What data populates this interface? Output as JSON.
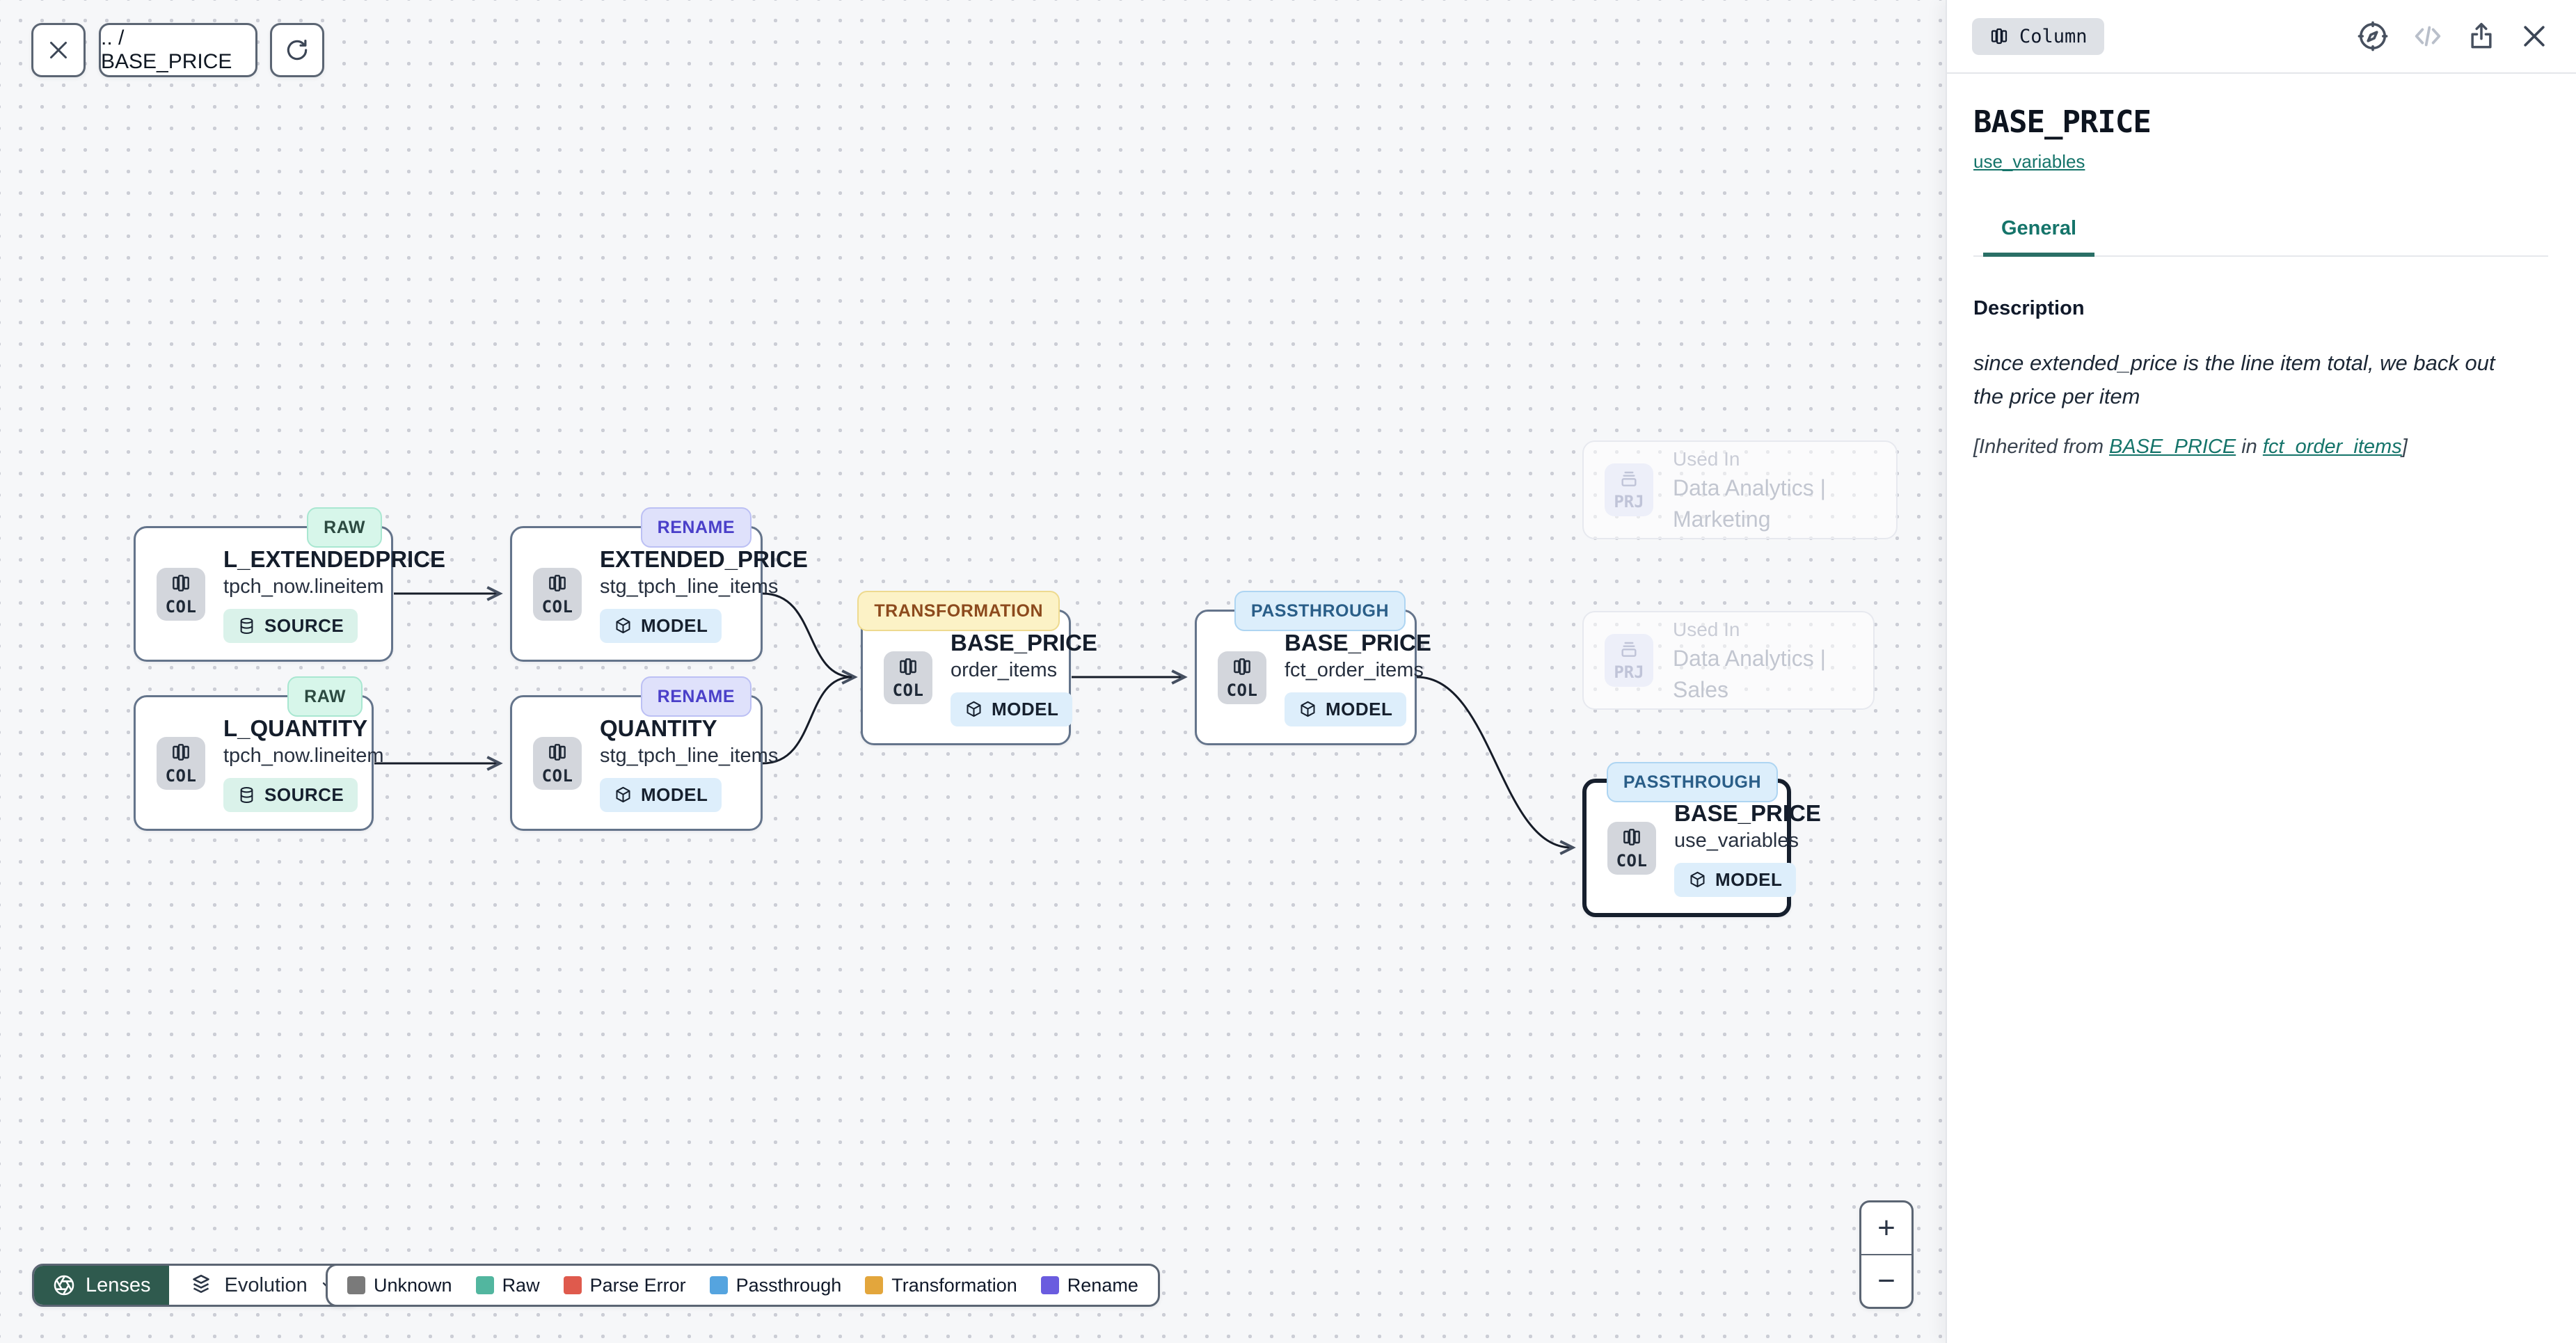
{
  "toolbar": {
    "breadcrumb": ".. / BASE_PRICE"
  },
  "graph": {
    "nodes": [
      {
        "badge": "RAW",
        "title": "L_EXTENDEDPRICE",
        "subtitle": "tpch_now.lineitem",
        "entity": "COL",
        "tag": "SOURCE"
      },
      {
        "badge": "RENAME",
        "title": "EXTENDED_PRICE",
        "subtitle": "stg_tpch_line_items",
        "entity": "COL",
        "tag": "MODEL"
      },
      {
        "badge": "RAW",
        "title": "L_QUANTITY",
        "subtitle": "tpch_now.lineitem",
        "entity": "COL",
        "tag": "SOURCE"
      },
      {
        "badge": "RENAME",
        "title": "QUANTITY",
        "subtitle": "stg_tpch_line_items",
        "entity": "COL",
        "tag": "MODEL"
      },
      {
        "badge": "TRANSFORMATION",
        "title": "BASE_PRICE",
        "subtitle": "order_items",
        "entity": "COL",
        "tag": "MODEL"
      },
      {
        "badge": "PASSTHROUGH",
        "title": "BASE_PRICE",
        "subtitle": "fct_order_items",
        "entity": "COL",
        "tag": "MODEL"
      },
      {
        "badge": "PASSTHROUGH",
        "title": "BASE_PRICE",
        "subtitle": "use_variables",
        "entity": "COL",
        "tag": "MODEL"
      }
    ],
    "used_in": [
      {
        "chip": "PRJ",
        "label": "Used In",
        "project": "Data Analytics | Marketing"
      },
      {
        "chip": "PRJ",
        "label": "Used In",
        "project": "Data Analytics | Sales"
      }
    ]
  },
  "lenses": {
    "button_label": "Lenses",
    "mode_label": "Evolution"
  },
  "legend": [
    {
      "label": "Unknown",
      "color": "#7a7a7a"
    },
    {
      "label": "Raw",
      "color": "#52b69f"
    },
    {
      "label": "Parse Error",
      "color": "#df5a4d"
    },
    {
      "label": "Passthrough",
      "color": "#55a4df"
    },
    {
      "label": "Transformation",
      "color": "#e3a63c"
    },
    {
      "label": "Rename",
      "color": "#6a5cdf"
    }
  ],
  "zoom_controls": {
    "zoom_in": "+",
    "zoom_out": "−"
  },
  "panel": {
    "type_chip": "Column",
    "title": "BASE_PRICE",
    "model_link": "use_variables",
    "tabs": [
      {
        "label": "General"
      }
    ],
    "description_label": "Description",
    "description_text": "since extended_price is the line item total, we back out the price per item",
    "inherited_prefix": "[Inherited from ",
    "inherited_link_column": "BASE_PRICE",
    "inherited_mid": " in ",
    "inherited_link_model": "fct_order_items",
    "inherited_suffix": "]"
  },
  "colors": {
    "accent_teal": "#15746a",
    "lenses_bg": "#2f5a4e"
  }
}
